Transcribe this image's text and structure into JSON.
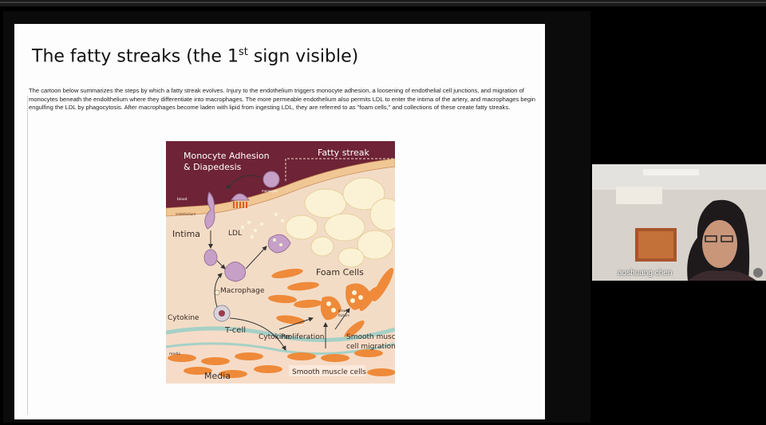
{
  "slide": {
    "title_prefix": "The fatty streaks (the 1",
    "title_sup": "st",
    "title_suffix": " sign visible)",
    "body": "The cartoon below summarizes the steps by which a fatty streak evolves. Injury to the endothelium triggers monocyte adhesion, a loosening of endothelial cell junctions, and migration of monocytes beneath the endolthelium where they differentiate into macrophages. The more permeable endothelium also permits LDL to enter the intima of the artery, and macrophages begin engulfing the LDL by phagocytosis. After macrophages become laden with lipid from ingesting LDL, they are referred to as \"foam cells,\" and collections of these create fatty streaks."
  },
  "figure": {
    "monocyte_adhesion_line1": "Monocyte Adhesion",
    "monocyte_adhesion_line2": "& Diapedesis",
    "fatty_streak": "Fatty streak",
    "monocyte": "monocyte",
    "blood": "blood",
    "endothelium": "endothelium",
    "intima": "Intima",
    "ldl": "LDL",
    "foam_cells": "Foam Cells",
    "macrophage": "Macrophage",
    "cytokine_left": "Cytokine",
    "cytokine_right": "Cytokine",
    "t_cell": "T-cell",
    "proliferation": "Proliferation",
    "growth_line1": "growth",
    "growth_line2": "factors",
    "smc_migration_line1": "Smooth muscle",
    "smc_migration_line2": "cell migration",
    "media_small": "media",
    "media": "Media",
    "smooth_muscle_cells": "Smooth muscle cells"
  },
  "participant": {
    "name": "aoshuang chen"
  }
}
